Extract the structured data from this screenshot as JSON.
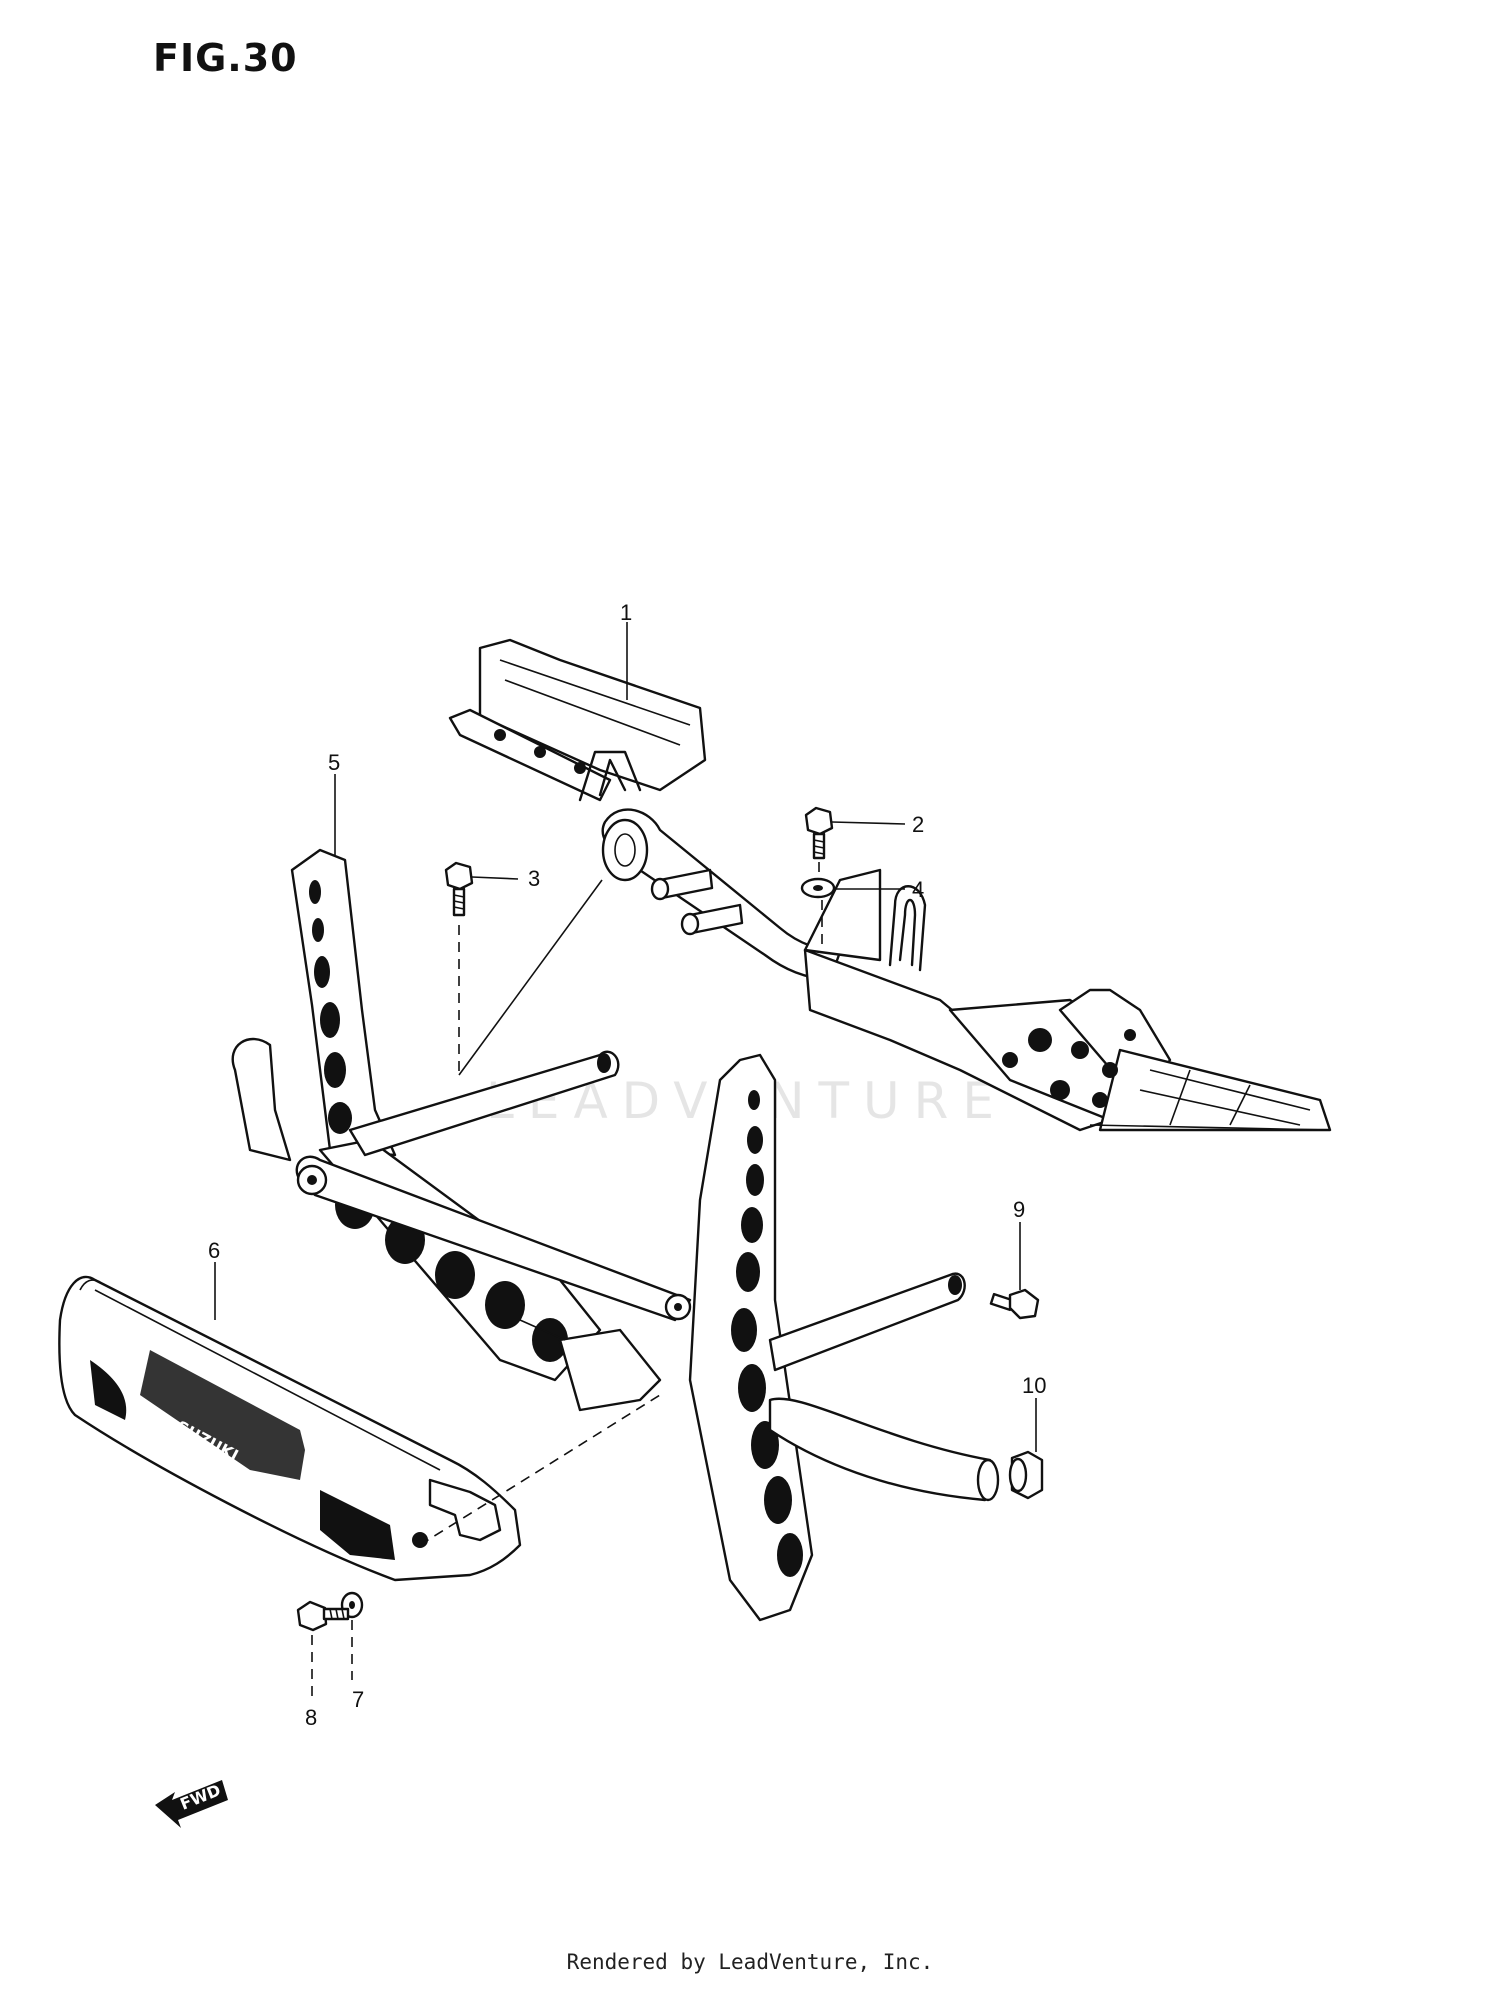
{
  "figure_title": "FIG.30",
  "callouts": [
    {
      "id": "1",
      "label": "1"
    },
    {
      "id": "2",
      "label": "2"
    },
    {
      "id": "3",
      "label": "3"
    },
    {
      "id": "4",
      "label": "4"
    },
    {
      "id": "5",
      "label": "5"
    },
    {
      "id": "6",
      "label": "6"
    },
    {
      "id": "7",
      "label": "7"
    },
    {
      "id": "8",
      "label": "8"
    },
    {
      "id": "9",
      "label": "9"
    },
    {
      "id": "10",
      "label": "10"
    }
  ],
  "fwd_marker": "FWD",
  "emblem_text": "SUZUKI",
  "watermark": "LEADVENTURE",
  "footer": "Rendered by LeadVenture, Inc."
}
